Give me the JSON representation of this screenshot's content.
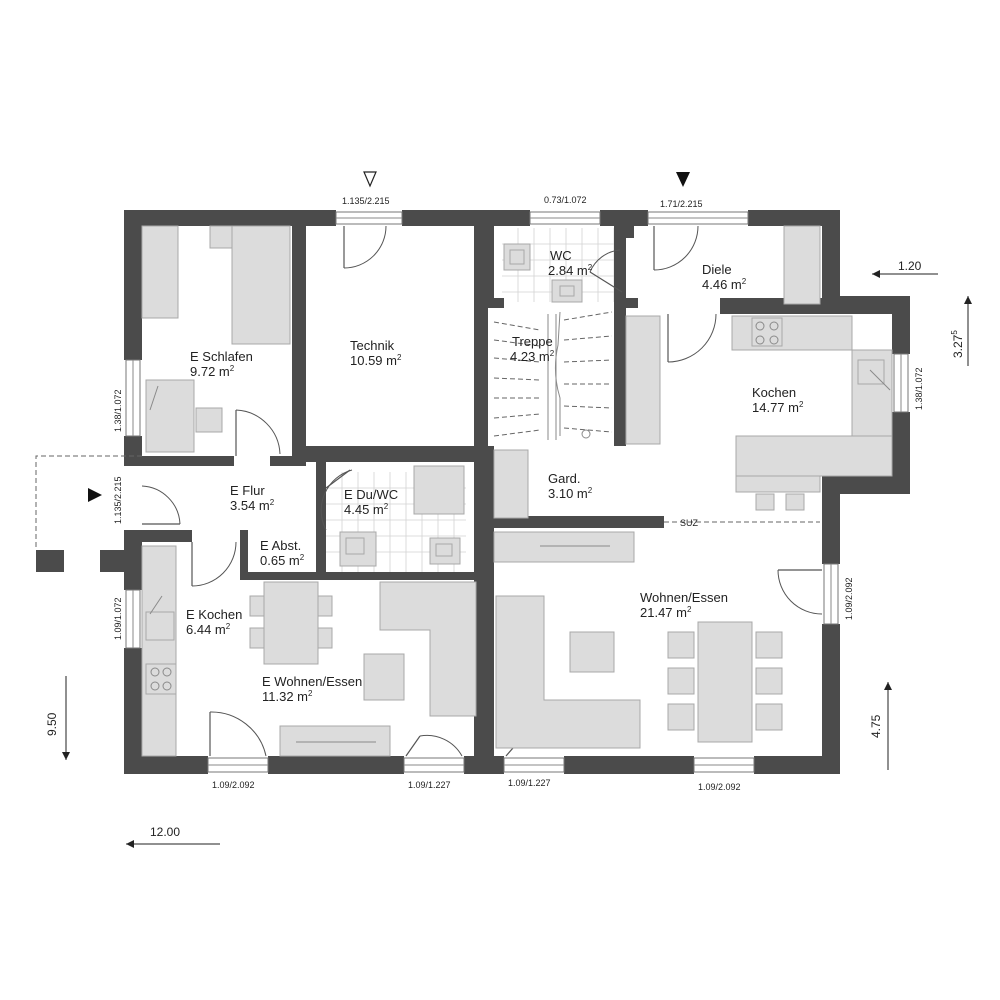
{
  "rooms": {
    "schlafen": {
      "name": "E Schlafen",
      "area": "9.72 m",
      "exp": "2"
    },
    "technik": {
      "name": "Technik",
      "area": "10.59 m",
      "exp": "2"
    },
    "wc": {
      "name": "WC",
      "area": "2.84 m",
      "exp": "2"
    },
    "diele": {
      "name": "Diele",
      "area": "4.46 m",
      "exp": "2"
    },
    "treppe": {
      "name": "Treppe",
      "area": "4.23 m",
      "exp": "2"
    },
    "kochen": {
      "name": "Kochen",
      "area": "14.77 m",
      "exp": "2"
    },
    "flur": {
      "name": "E Flur",
      "area": "3.54 m",
      "exp": "2"
    },
    "duwc": {
      "name": "E Du/WC",
      "area": "4.45 m",
      "exp": "2"
    },
    "gard": {
      "name": "Gard.",
      "area": "3.10 m",
      "exp": "2"
    },
    "abst": {
      "name": "E Abst.",
      "area": "0.65 m",
      "exp": "2"
    },
    "ekochen": {
      "name": "E Kochen",
      "area": "6.44 m",
      "exp": "2"
    },
    "ewohnen": {
      "name": "E Wohnen/Essen",
      "area": "11.32 m",
      "exp": "2"
    },
    "wohnen": {
      "name": "Wohnen/Essen",
      "area": "21.47 m",
      "exp": "2"
    }
  },
  "openings": {
    "top_technik": "1.135/2.215",
    "top_wc": "0.73/1.072",
    "top_diele": "1.71/2.215",
    "left_schlafen": "1.38/1.072",
    "left_flur": "1.135/2.215",
    "left_kochen": "1.09/1.072",
    "right_kochen": "1.38/1.072",
    "right_wohnen": "1.09/2.092",
    "bottom_1": "1.09/2.092",
    "bottom_2": "1.09/1.227",
    "bottom_3": "1.09/1.227",
    "bottom_4": "1.09/2.092"
  },
  "dimensions": {
    "width": "12.00",
    "height": "9.50",
    "right_height": "4.75",
    "bay_width": "1.20",
    "bay_depth": "3.27",
    "bay_depth_sup": "5"
  },
  "labels": {
    "suz": "SUZ"
  }
}
